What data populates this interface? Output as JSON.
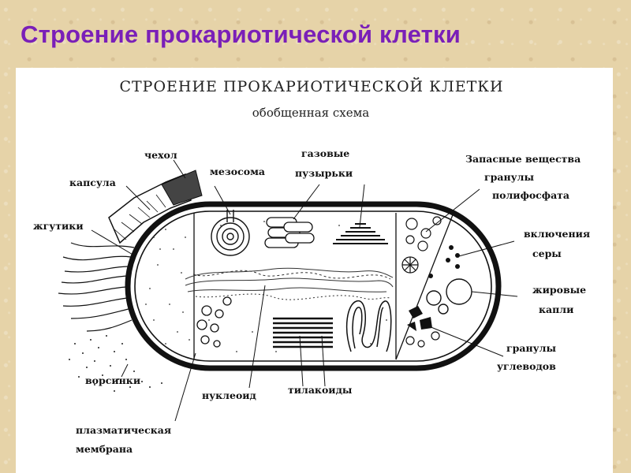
{
  "slide": {
    "title": "Строение прокариотической клетки"
  },
  "diagram": {
    "heading": "СТРОЕНИЕ ПРОКАРИОТИЧЕСКОЙ КЛЕТКИ",
    "subheading": "обобщенная схема",
    "labels": {
      "chekhol": "чехол",
      "kapsula": "капсула",
      "zhgutiki": "жгутики",
      "mezosoma": "мезосома",
      "gazovye_1": "газовые",
      "gazovye_2": "пузырьки",
      "zapasnye": "Запасные вещества",
      "granuly_1": "гранулы",
      "granuly_2": "полифосфата",
      "vkl_1": "включения",
      "vkl_2": "серы",
      "zhir_1": "жировые",
      "zhir_2": "капли",
      "ugl_1": "гранулы",
      "ugl_2": "углеводов",
      "vorsinki": "ворсинки",
      "nukleoid": "нуклеоид",
      "tilakoidy": "тилакоиды",
      "membrana_1": "плазматическая",
      "membrana_2": "мембрана"
    }
  }
}
